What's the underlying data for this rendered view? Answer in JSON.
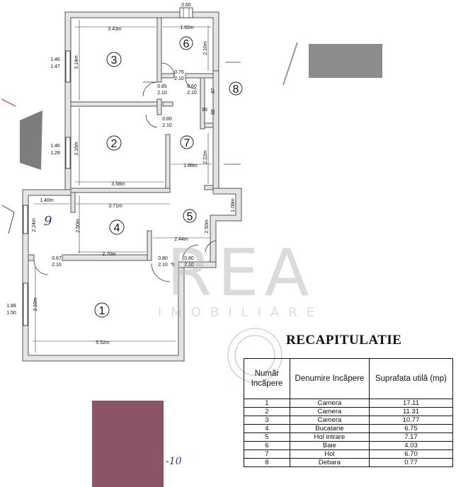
{
  "plan": {
    "rooms": [
      {
        "number": "1"
      },
      {
        "number": "2"
      },
      {
        "number": "3"
      },
      {
        "number": "4"
      },
      {
        "number": "5"
      },
      {
        "number": "6"
      },
      {
        "number": "7"
      },
      {
        "number": "8"
      }
    ],
    "dimensions": {
      "top_window": "0.60",
      "room3_width": "3.43m",
      "room6_width": "1.92m",
      "room3_height": "3.14m",
      "room6_height": "2.10m",
      "win_left_top": "1.46",
      "win_left_top_sub": "1.47",
      "door_075": "0.75",
      "door_075_h": "2.10",
      "door_085": "0.85",
      "door_085_h": "2.10",
      "door_060": "0.60",
      "door_060_h": "2.10",
      "d_87": "87",
      "d_93": "93",
      "d_65": "65",
      "door_080_r2": "0.80",
      "door_080_r2_h": "2.10",
      "win_left_mid": "1.46",
      "win_left_mid_sub": "1.28",
      "room2_height": "3.16m",
      "room2_width": "3.58m",
      "hall_width": "1.86m",
      "hall_height": "2.22m",
      "room9_width": "1.40m",
      "room4_top_width": "3.71m",
      "room9_height": "2.24m",
      "room4_height": "2.50m",
      "room4_width": "2.70m",
      "room5_width": "2.44m",
      "room5_height": "2.50m",
      "room5_side": "1.08m",
      "door_067": "0.67",
      "door_067_h": "2.10",
      "door_080_a": "0.80",
      "door_080_a_h": "2.10",
      "door_080_b": "0.80",
      "door_080_b_h": "2.10",
      "win_left_bottom": "1.88",
      "win_left_bottom_sub": "1.50",
      "room1_height": "3.10m",
      "room1_width": "5.52m"
    },
    "handwritten_9": "9",
    "handwritten_10": "-10"
  },
  "watermark": {
    "main": "REA",
    "sub": "IMOBILIARE"
  },
  "recap": {
    "title": "RECAPITULATIE",
    "headers": {
      "number": "Număr Incăpere",
      "name": "Denumire Incăpere",
      "area": "Suprafata utilă (mp)"
    },
    "rows": [
      {
        "n": "1",
        "name": "Camera",
        "area": "17.11"
      },
      {
        "n": "2",
        "name": "Camera",
        "area": "11.31"
      },
      {
        "n": "3",
        "name": "Camera",
        "area": "10.77"
      },
      {
        "n": "4",
        "name": "Bucatarie",
        "area": "6.75"
      },
      {
        "n": "5",
        "name": "Hol intrare",
        "area": "7.17"
      },
      {
        "n": "6",
        "name": "Baie",
        "area": "4.03"
      },
      {
        "n": "7",
        "name": "Hol",
        "area": "6.70"
      },
      {
        "n": "8",
        "name": "Debara",
        "area": "0.77"
      }
    ]
  },
  "colors": {
    "wall": "#555555",
    "wall_fill": "#e4e4e4",
    "ink": "#111111",
    "blob": "#8a5566",
    "gray_box": "#8c8c8c"
  }
}
